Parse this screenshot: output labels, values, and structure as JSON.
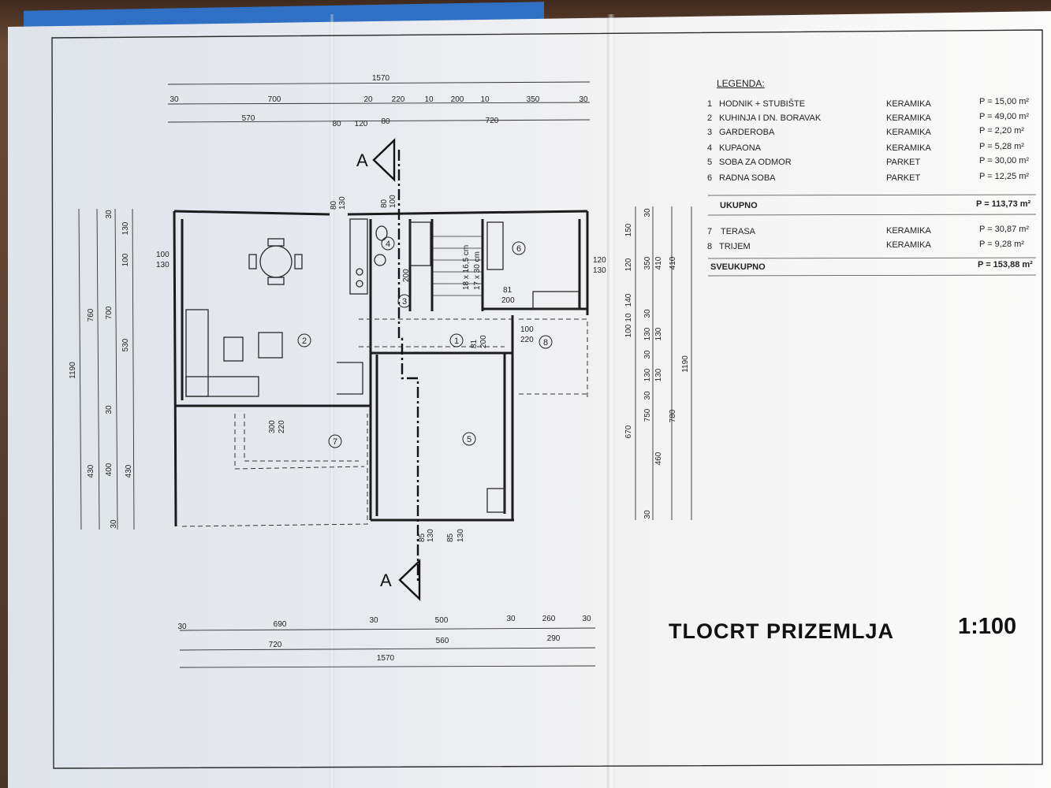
{
  "legend": {
    "heading": "LEGENDA:",
    "rooms": [
      {
        "no": "1",
        "name": "HODNIK + STUBIŠTE",
        "material": "KERAMIKA",
        "area": "P = 15,00 m²"
      },
      {
        "no": "2",
        "name": "KUHINJA I DN. BORAVAK",
        "material": "KERAMIKA",
        "area": "P = 49,00 m²"
      },
      {
        "no": "3",
        "name": "GARDEROBA",
        "material": "KERAMIKA",
        "area": "P = 2,20 m²"
      },
      {
        "no": "4",
        "name": "KUPAONA",
        "material": "KERAMIKA",
        "area": "P = 5,28 m²"
      },
      {
        "no": "5",
        "name": "SOBA ZA ODMOR",
        "material": "PARKET",
        "area": "P = 30,00 m²"
      },
      {
        "no": "6",
        "name": "RADNA SOBA",
        "material": "PARKET",
        "area": "P = 12,25 m²"
      }
    ],
    "subtotal_label": "UKUPNO",
    "subtotal_value": "P = 113,73 m²",
    "extra": [
      {
        "no": "7",
        "name": "TERASA",
        "material": "KERAMIKA",
        "area": "P = 30,87 m²"
      },
      {
        "no": "8",
        "name": "TRIJEM",
        "material": "KERAMIKA",
        "area": "P = 9,28 m²"
      }
    ],
    "total_label": "SVEUKUPNO",
    "total_value": "P = 153,88 m²"
  },
  "title": "TLOCRT PRIZEMLJA",
  "scale": "1:100",
  "section_marker": "A",
  "room_numbers": [
    "1",
    "2",
    "3",
    "4",
    "5",
    "6",
    "7",
    "8"
  ],
  "stair_note_1": "18 x 16,5 cm",
  "stair_note_2": "17 x 30 cm",
  "dims": {
    "top_total": "1570",
    "top_row2": [
      "30",
      "700",
      "20",
      "220",
      "10",
      "200",
      "10",
      "350",
      "30"
    ],
    "top_row3": [
      "570",
      "80",
      "120",
      "80",
      "720"
    ],
    "bottom_row1": [
      "30",
      "690",
      "30",
      "500",
      "30",
      "260",
      "30"
    ],
    "bottom_row2": [
      "720",
      "560",
      "290"
    ],
    "bottom_total": "1570",
    "left_total": "1190",
    "left_col2": [
      "760",
      "430"
    ],
    "left_col3": [
      "30",
      "700",
      "30",
      "400",
      "30"
    ],
    "left_col4": [
      "130",
      "100",
      "530",
      "430"
    ],
    "right_col1": [
      "150",
      "120",
      "140",
      "10",
      "100",
      "670"
    ],
    "right_col2": [
      "30",
      "350",
      "30",
      "130",
      "30",
      "130",
      "30",
      "750",
      "30"
    ],
    "right_col3": [
      "410",
      "130",
      "130",
      "780",
      "460"
    ],
    "right_col4": [
      "410",
      "1190"
    ],
    "openings": [
      {
        "a": "100",
        "b": "130"
      },
      {
        "a": "80",
        "b": "130"
      },
      {
        "a": "80",
        "b": "100"
      },
      {
        "a": "120",
        "b": "130"
      },
      {
        "a": "81",
        "b": "200"
      },
      {
        "a": "200",
        "b": ""
      },
      {
        "a": "81",
        "b": "200"
      },
      {
        "a": "100",
        "b": "220"
      },
      {
        "a": "300",
        "b": "220"
      },
      {
        "a": "85",
        "b": "130"
      },
      {
        "a": "85",
        "b": "130"
      }
    ]
  },
  "colors": {
    "line": "#1c1c1c",
    "paper": "#eef0f3"
  }
}
